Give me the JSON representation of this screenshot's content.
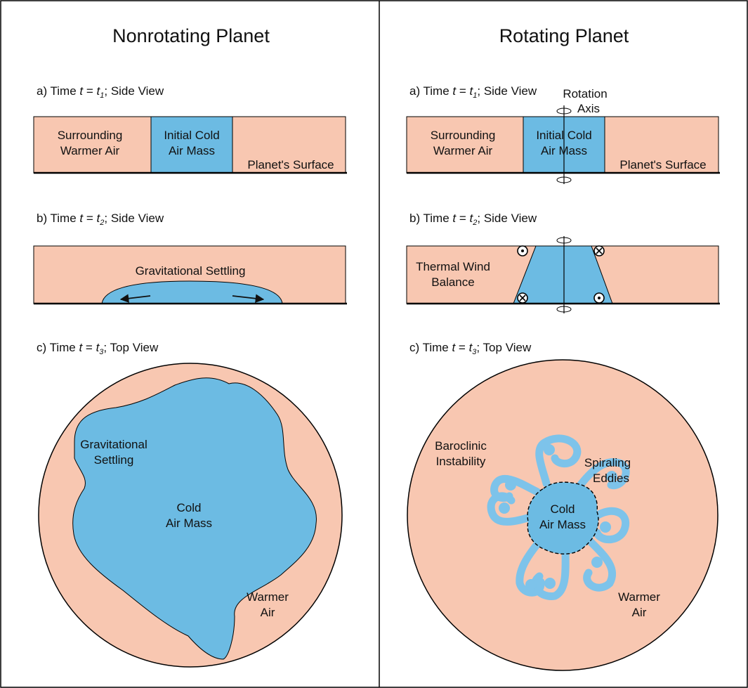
{
  "colors": {
    "warm_air": "#f8c7b1",
    "cold_air": "#6cbbe3",
    "eddy_stroke": "#7dc3ea",
    "outline": "#000000"
  },
  "left": {
    "title": "Nonrotating Planet",
    "step_a": {
      "prefix": "a) Time ",
      "var": "t",
      "eq": " = ",
      "var2": "t",
      "sub": "1",
      "suffix": "; Side View"
    },
    "step_b": {
      "prefix": "b) Time ",
      "var": "t",
      "eq": " = ",
      "var2": "t",
      "sub": "2",
      "suffix": "; Side View"
    },
    "step_c": {
      "prefix": "c) Time ",
      "var": "t",
      "eq": " = ",
      "var2": "t",
      "sub": "3",
      "suffix": "; Top View"
    },
    "surrounding_line1": "Surrounding",
    "surrounding_line2": "Warmer Air",
    "initial_line1": "Initial Cold",
    "initial_line2": "Air Mass",
    "surface": "Planet's Surface",
    "grav_settling": "Gravitational Settling",
    "grav_line1": "Gravitational",
    "grav_line2": "Settling",
    "cold_line1": "Cold",
    "cold_line2": "Air Mass",
    "warmer_line1": "Warmer",
    "warmer_line2": "Air"
  },
  "right": {
    "title": "Rotating Planet",
    "step_a": {
      "prefix": "a) Time ",
      "var": "t",
      "eq": " = ",
      "var2": "t",
      "sub": "1",
      "suffix": "; Side View"
    },
    "step_b": {
      "prefix": "b) Time ",
      "var": "t",
      "eq": " = ",
      "var2": "t",
      "sub": "2",
      "suffix": "; Side View"
    },
    "step_c": {
      "prefix": "c) Time ",
      "var": "t",
      "eq": " = ",
      "var2": "t",
      "sub": "3",
      "suffix": "; Top View"
    },
    "rotation_line1": "Rotation",
    "rotation_line2": "Axis",
    "surrounding_line1": "Surrounding",
    "surrounding_line2": "Warmer Air",
    "initial_line1": "Initial Cold",
    "initial_line2": "Air Mass",
    "surface": "Planet's Surface",
    "thermal_line1": "Thermal Wind",
    "thermal_line2": "Balance",
    "baroclinic_line1": "Baroclinic",
    "baroclinic_line2": "Instability",
    "spiraling_line1": "Spiraling",
    "spiraling_line2": "Eddies",
    "cold_line1": "Cold",
    "cold_line2": "Air Mass",
    "warmer_line1": "Warmer",
    "warmer_line2": "Air"
  }
}
